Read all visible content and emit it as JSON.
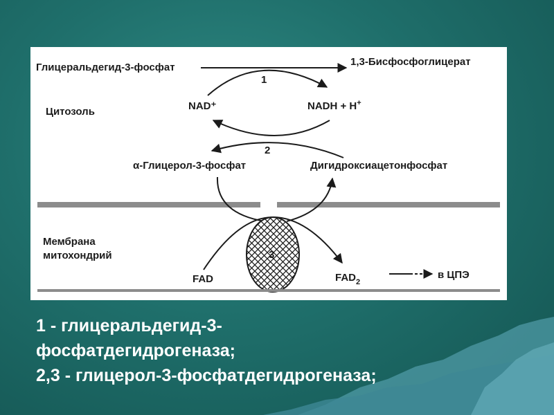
{
  "diagram": {
    "label_g3p": "Глицеральдегид-3-фосфат",
    "label_bpg": "1,3-Бисфосфоглицерат",
    "label_cytosol": "Цитозоль",
    "label_nad": "NAD⁺",
    "label_nadh_base": "NADH + H",
    "label_nadh_sup": "+",
    "label_enzyme1": "1",
    "label_enzyme2": "2",
    "label_enzyme3": "3",
    "label_glycerol3p": "α-Глицерол-3-фосфат",
    "label_dhap": "Дигидроксиацетонфосфат",
    "label_membrane_line1": "Мембрана",
    "label_membrane_line2": "митохондрий",
    "label_fad": "FAD",
    "label_fadh2_base": "FAD",
    "label_fadh2_sub": "2",
    "label_etc": "в ЦПЭ"
  },
  "caption": {
    "line1": "1 - глицеральдегид-3-",
    "line2": "фосфатдегидрогеназа;",
    "line3": "2,3 - глицерол-3-фосфатдегидрогеназа;"
  },
  "colors": {
    "background": "#1f6f6b",
    "panel": "#ffffff",
    "membrane": "#8c8c8c",
    "ink": "#1b1b1b",
    "caption_text": "#ffffff"
  }
}
